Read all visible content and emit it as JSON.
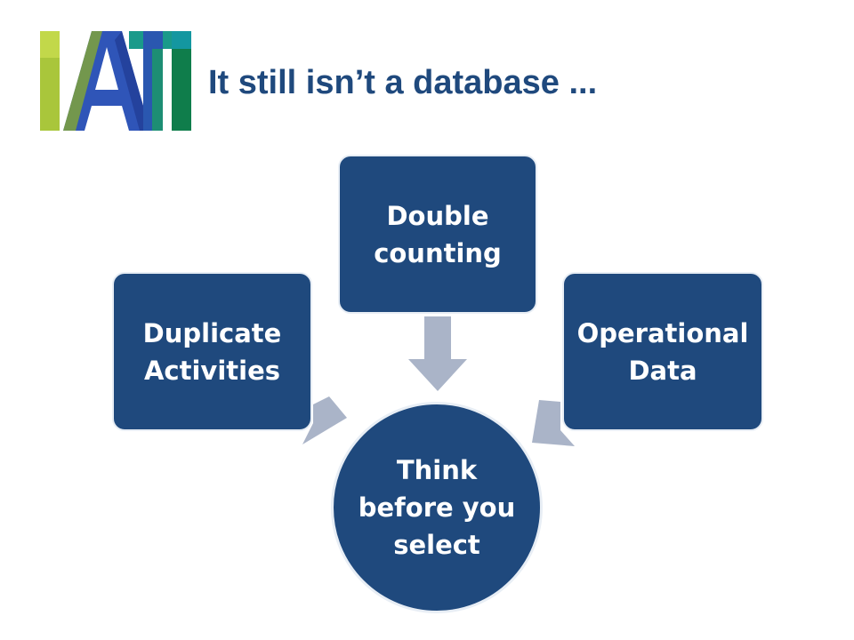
{
  "title": "It still isn’t a database ...",
  "logo": {
    "name": "iati-logo",
    "text": "IATI",
    "colors": [
      "#a6c436",
      "#2e4a9e",
      "#3a64c2",
      "#0f8f7a",
      "#127a4a"
    ]
  },
  "nodes": {
    "left": "Duplicate Activities",
    "top": "Double counting",
    "right": "Operational Data",
    "center": "Think before you select"
  },
  "colors": {
    "title": "#1f497d",
    "node_fill": "#1f497d",
    "node_text": "#ffffff",
    "arrow": "#aab4c8"
  }
}
